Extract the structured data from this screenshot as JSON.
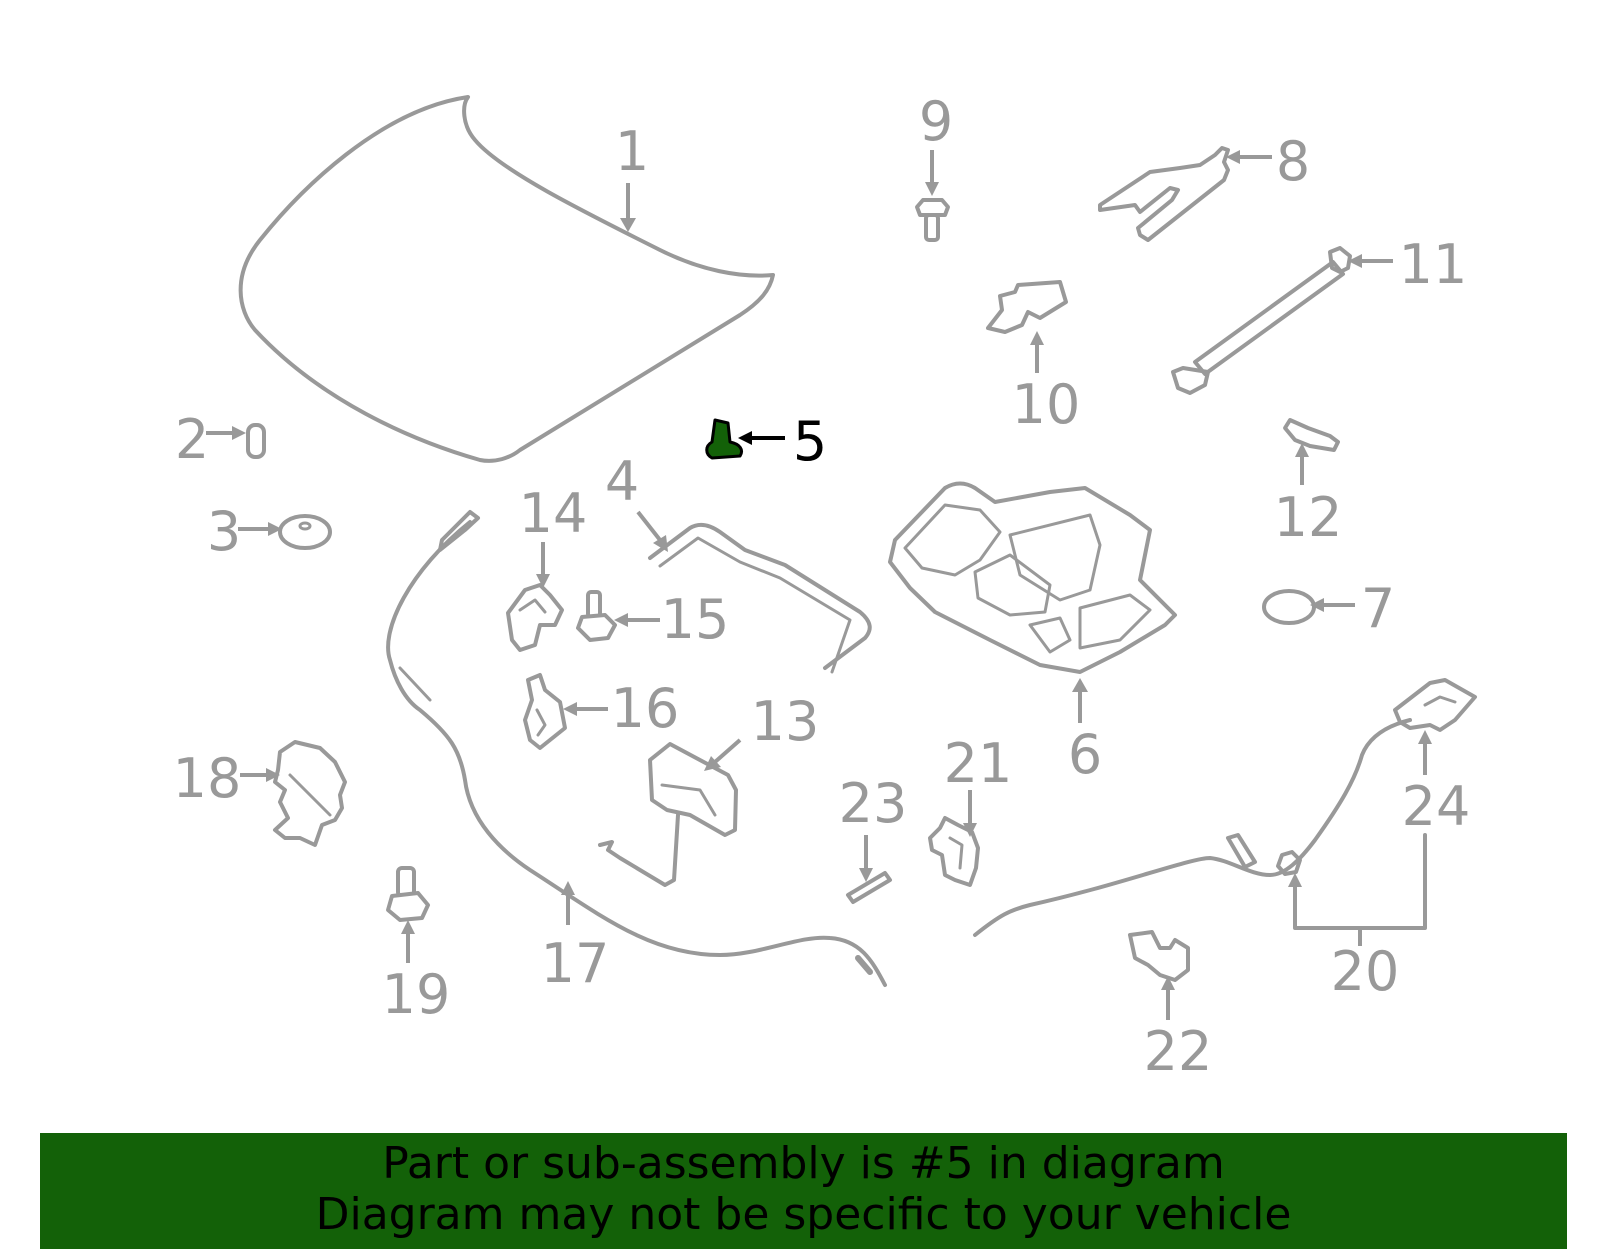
{
  "diagram": {
    "highlight_color": "#136108",
    "highlighted_part": "5",
    "callouts": [
      "1",
      "2",
      "3",
      "4",
      "5",
      "6",
      "7",
      "8",
      "9",
      "10",
      "11",
      "12",
      "13",
      "14",
      "15",
      "16",
      "17",
      "18",
      "19",
      "20",
      "21",
      "22",
      "23",
      "24"
    ]
  },
  "banner": {
    "line1": "Part or sub-assembly is #5 in diagram",
    "line2": "Diagram may not be specific to your vehicle",
    "background": "#136108"
  }
}
